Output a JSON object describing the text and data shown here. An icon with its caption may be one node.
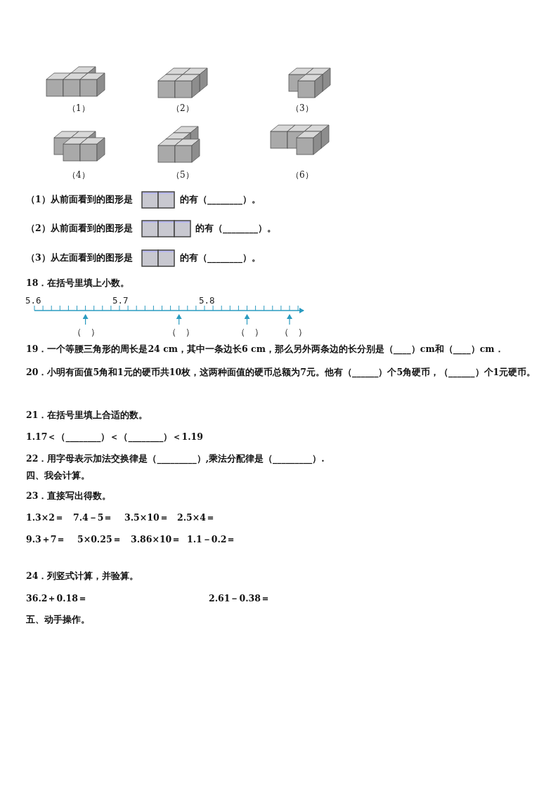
{
  "diagram": {
    "labels": [
      "（1）",
      "（2）",
      "（3）",
      "（4）",
      "（5）",
      "（6）",
      "（1）从前面看到的图形是",
      "的有（________）。",
      "（2）从前面看到的图形是",
      "的有（________）。",
      "（3）从左面看到的图形是",
      "的有（________）。",
      "18．在括号里填上小数。",
      "5.6",
      "5.7",
      "5.8",
      "（　）",
      "（　）",
      "（　）",
      "（　）",
      "19．一个等腰三角形的周长是24 cm，其中一条边长6 cm，那么另外两条边的长分别是（____）cm和（____）cm．",
      "20．小明有面值5角和1元的硬币共10枚，这两种面值的硬币总额为7元。他有（______）个5角硬币，（______）个1元硬币。",
      "21．在括号里填上合适的数。",
      "1.17＜（________）＜（________）＜1.19",
      "22．用字母表示加法交换律是（_________）,乘法分配律是（_________）.",
      "四、我会计算。",
      "23．直接写出得数。",
      "1.3×2＝",
      "7.4－5＝",
      "3.5×10＝",
      "2.5×4＝",
      "9.3＋7＝",
      "5×0.25＝",
      "3.86×10＝",
      "1.1－0.2＝",
      "24．列竖式计算，并验算。",
      "36.2＋0.18＝",
      "2.61－0.38＝",
      "五、动手操作。"
    ]
  }
}
